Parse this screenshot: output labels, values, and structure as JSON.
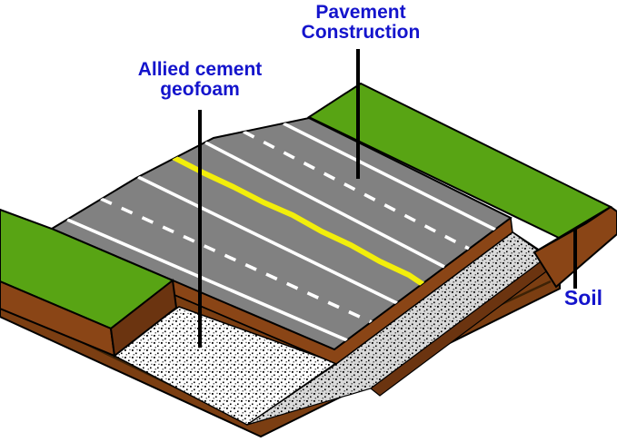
{
  "diagram": {
    "type": "isometric-road-embankment-cutaway",
    "labels": {
      "pavement": {
        "line1": "Pavement",
        "line2": "Construction"
      },
      "geofoam": {
        "line1": "Allied cement",
        "line2": "geofoam"
      },
      "soil": {
        "text": "Soil"
      }
    },
    "colors": {
      "label_blue": "#1414CC",
      "road_gray": "#818181",
      "grass_green": "#58A414",
      "soil_brown": "#8A4516",
      "soil_brown_dark": "#6B3410",
      "soil_brown_base": "#7B3E12",
      "geofoam_white": "#FFFFFF",
      "geofoam_slope_gray": "#D9D9D9",
      "center_line_yellow": "#F2EE0B",
      "marking_white": "#FFFFFF",
      "outline_black": "#000000",
      "pointer_black": "#000000"
    }
  }
}
